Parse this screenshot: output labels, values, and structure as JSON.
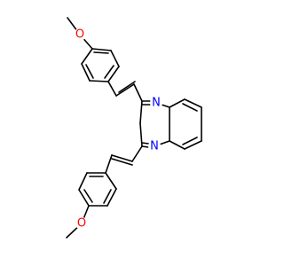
{
  "structure": {
    "atoms": {
      "o_top": "O",
      "n_upper": "N",
      "n_lower": "N",
      "o_bottom": "O"
    },
    "colors": {
      "bond": "#000000",
      "oxygen": "#ff0000",
      "nitrogen": "#0000ff",
      "background": "#ffffff"
    }
  }
}
